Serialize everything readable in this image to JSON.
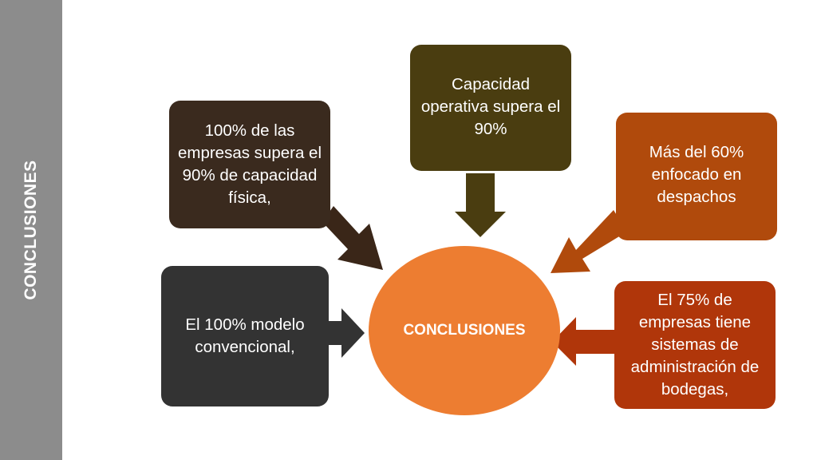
{
  "sidebar": {
    "title": "CONCLUSIONES"
  },
  "diagram": {
    "center_label": "CONCLUSIONES",
    "nodes": [
      {
        "text": "100% de las empresas supera el 90% de capacidad física,",
        "color": "#3a2a1e"
      },
      {
        "text": "Capacidad operativa supera el 90%",
        "color": "#4a3d10"
      },
      {
        "text": "Más del 60% enfocado en despachos",
        "color": "#b04a0c"
      },
      {
        "text": "El 100% modelo convencional,",
        "color": "#333333"
      },
      {
        "text": "El 75% de empresas tiene sistemas de administración de bodegas,",
        "color": "#b0360a"
      }
    ],
    "center_color": "#ed7d31"
  }
}
